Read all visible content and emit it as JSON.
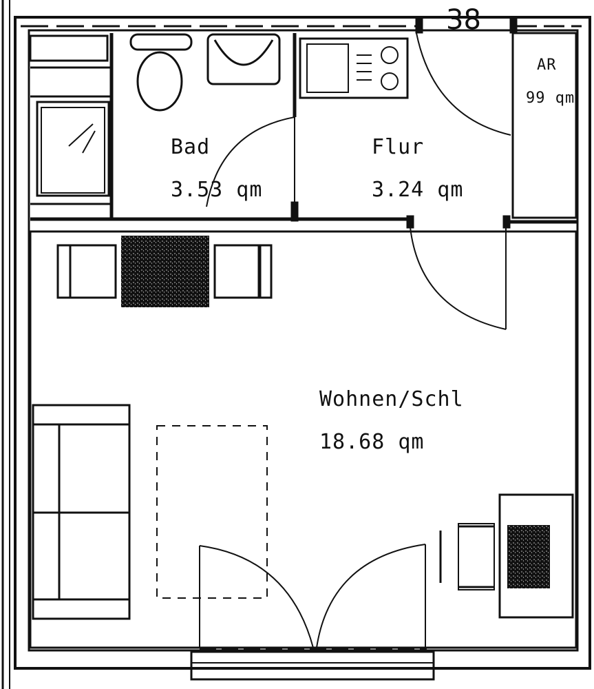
{
  "plan": {
    "unit_number": "38",
    "rooms": {
      "bad": {
        "name": "Bad",
        "area": "3.53 qm"
      },
      "flur": {
        "name": "Flur",
        "area": "3.24 qm"
      },
      "wohnen": {
        "name": "Wohnen/Schl",
        "area": "18.68 qm"
      },
      "ar": {
        "name": "AR",
        "area": "99 qm"
      }
    },
    "colors": {
      "ink": "#111111",
      "paper": "#ffffff",
      "hatch": "#222222"
    }
  }
}
